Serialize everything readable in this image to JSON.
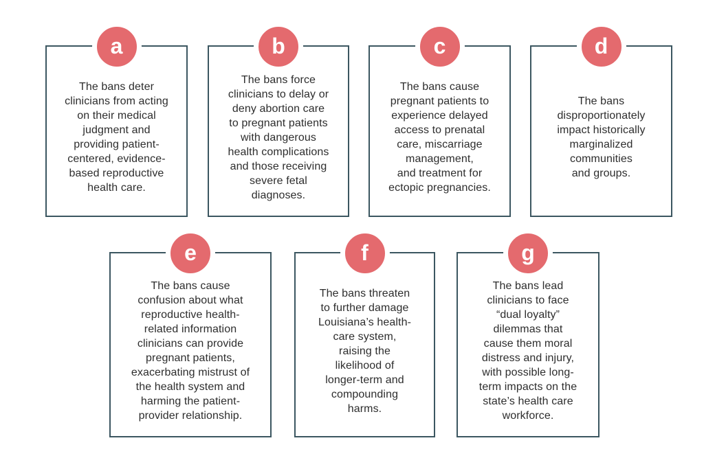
{
  "colors": {
    "badge": "#e46a6e",
    "badge_letter": "#ffffff",
    "box_border": "#3b5660",
    "text": "#2d2d2d",
    "background": "#ffffff"
  },
  "cards": [
    {
      "letter": "a",
      "text": "The bans deter\nclinicians from acting\non their medical\njudgment and\nproviding patient-\ncentered, evidence-\nbased reproductive\nhealth care."
    },
    {
      "letter": "b",
      "text": "The bans force\nclinicians to delay or\ndeny abortion care\nto pregnant patients\nwith dangerous\nhealth complications\nand those receiving\nsevere fetal\ndiagnoses."
    },
    {
      "letter": "c",
      "text": "The bans cause\npregnant patients to\nexperience delayed\naccess to prenatal\ncare, miscarriage\nmanagement,\nand treatment for\nectopic pregnancies."
    },
    {
      "letter": "d",
      "text": "The bans\ndisproportionately\nimpact historically\nmarginalized\ncommunities\nand groups."
    },
    {
      "letter": "e",
      "text": "The bans cause\nconfusion about what\nreproductive health-\nrelated information\nclinicians can provide\npregnant patients,\nexacerbating mistrust of\nthe health system and\nharming the patient-\nprovider relationship."
    },
    {
      "letter": "f",
      "text": "The bans threaten\nto further damage\nLouisiana’s health-\ncare system,\nraising the\nlikelihood of\nlonger-term and\ncompounding\nharms."
    },
    {
      "letter": "g",
      "text": "The bans lead\nclinicians to face\n“dual loyalty”\ndilemmas that\ncause them moral\ndistress and injury,\nwith possible long-\nterm impacts on the\nstate’s health care\nworkforce."
    }
  ]
}
